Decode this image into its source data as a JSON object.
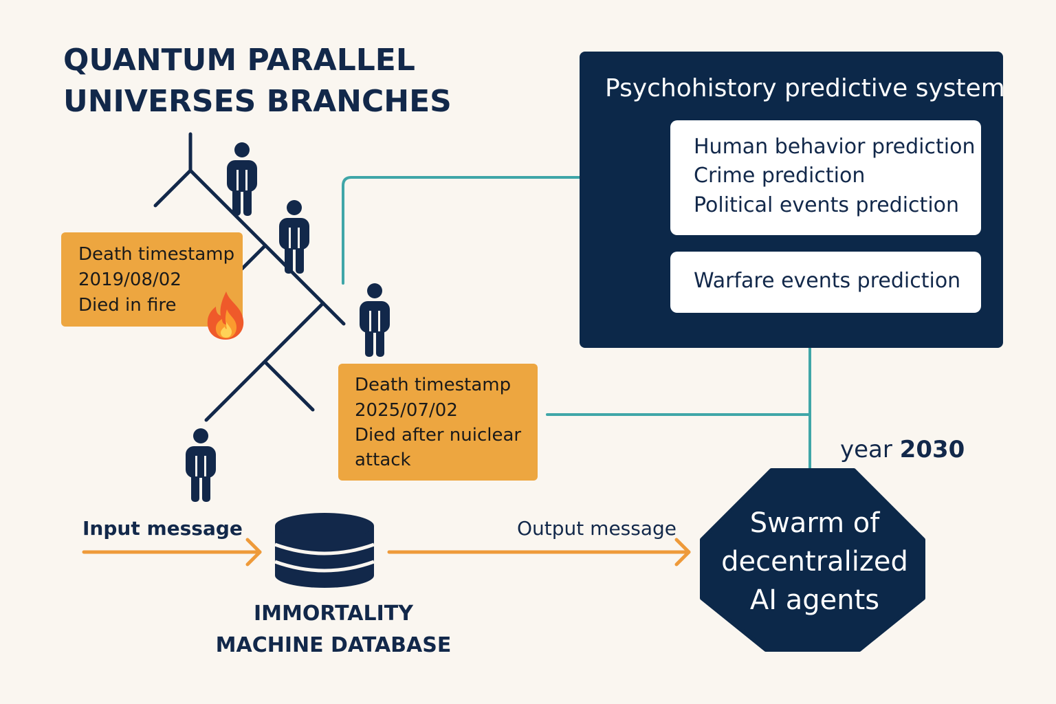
{
  "title": {
    "line1": "QUANTUM PARALLEL",
    "line2": "UNIVERSES BRANCHES"
  },
  "psychohistory": {
    "title": "Psychohistory predictive system",
    "predictions": [
      "Human behavior prediction",
      "Crime prediction",
      "Political events  prediction"
    ],
    "warfare": "Warfare events prediction"
  },
  "notes": [
    {
      "lines": [
        "Death timestamp",
        "2019/08/02",
        "Died in fire"
      ],
      "icon": "fire-icon"
    },
    {
      "lines": [
        "Death timestamp",
        "2025/07/02",
        "Died after nuiclear",
        "attack"
      ]
    }
  ],
  "flow": {
    "input_label": "Input message",
    "output_label": "Output message",
    "database_label": [
      "IMMORTALITY",
      "MACHINE DATABASE"
    ]
  },
  "year": {
    "prefix": "year",
    "value": "2030"
  },
  "swarm": {
    "lines": [
      "Swarm of",
      "decentralized",
      "AI agents"
    ]
  },
  "colors": {
    "navy": "#0c2849",
    "orange_note": "#eda640",
    "arrow_orange": "#ee9a3a",
    "teal_connector": "#3fa6a8",
    "background": "#faf6f0"
  }
}
